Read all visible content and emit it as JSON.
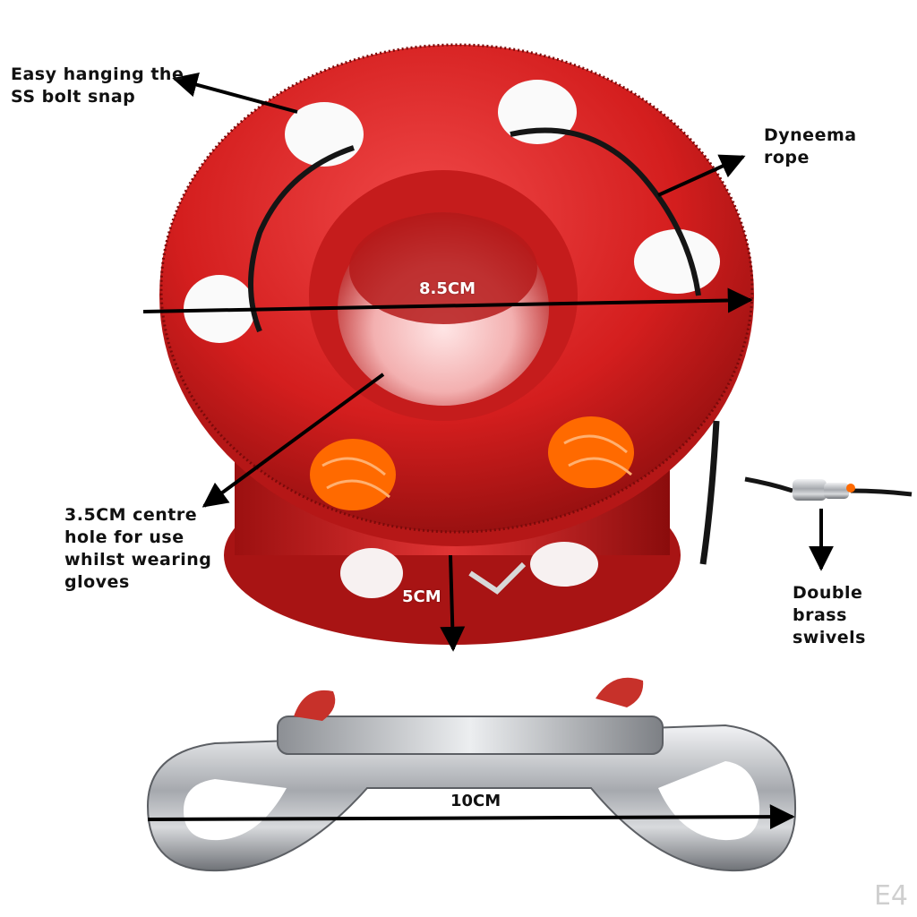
{
  "labels": {
    "bolt_snap": "Easy hanging the\nSS bolt snap",
    "rope": "Dyneema\nrope",
    "centre_hole": "3.5CM centre\nhole for use\nwhilst wearing\ngloves",
    "swivels": "Double\nbrass\nswivels"
  },
  "dimensions": {
    "reel_width": "8.5CM",
    "reel_height": "5CM",
    "snap_length": "10CM"
  },
  "watermark": "E4",
  "colors": {
    "reel_red": "#d21f1f",
    "rope_orange": "#ff6a00",
    "steel": "#b9bcc0",
    "arrow": "#000000"
  }
}
